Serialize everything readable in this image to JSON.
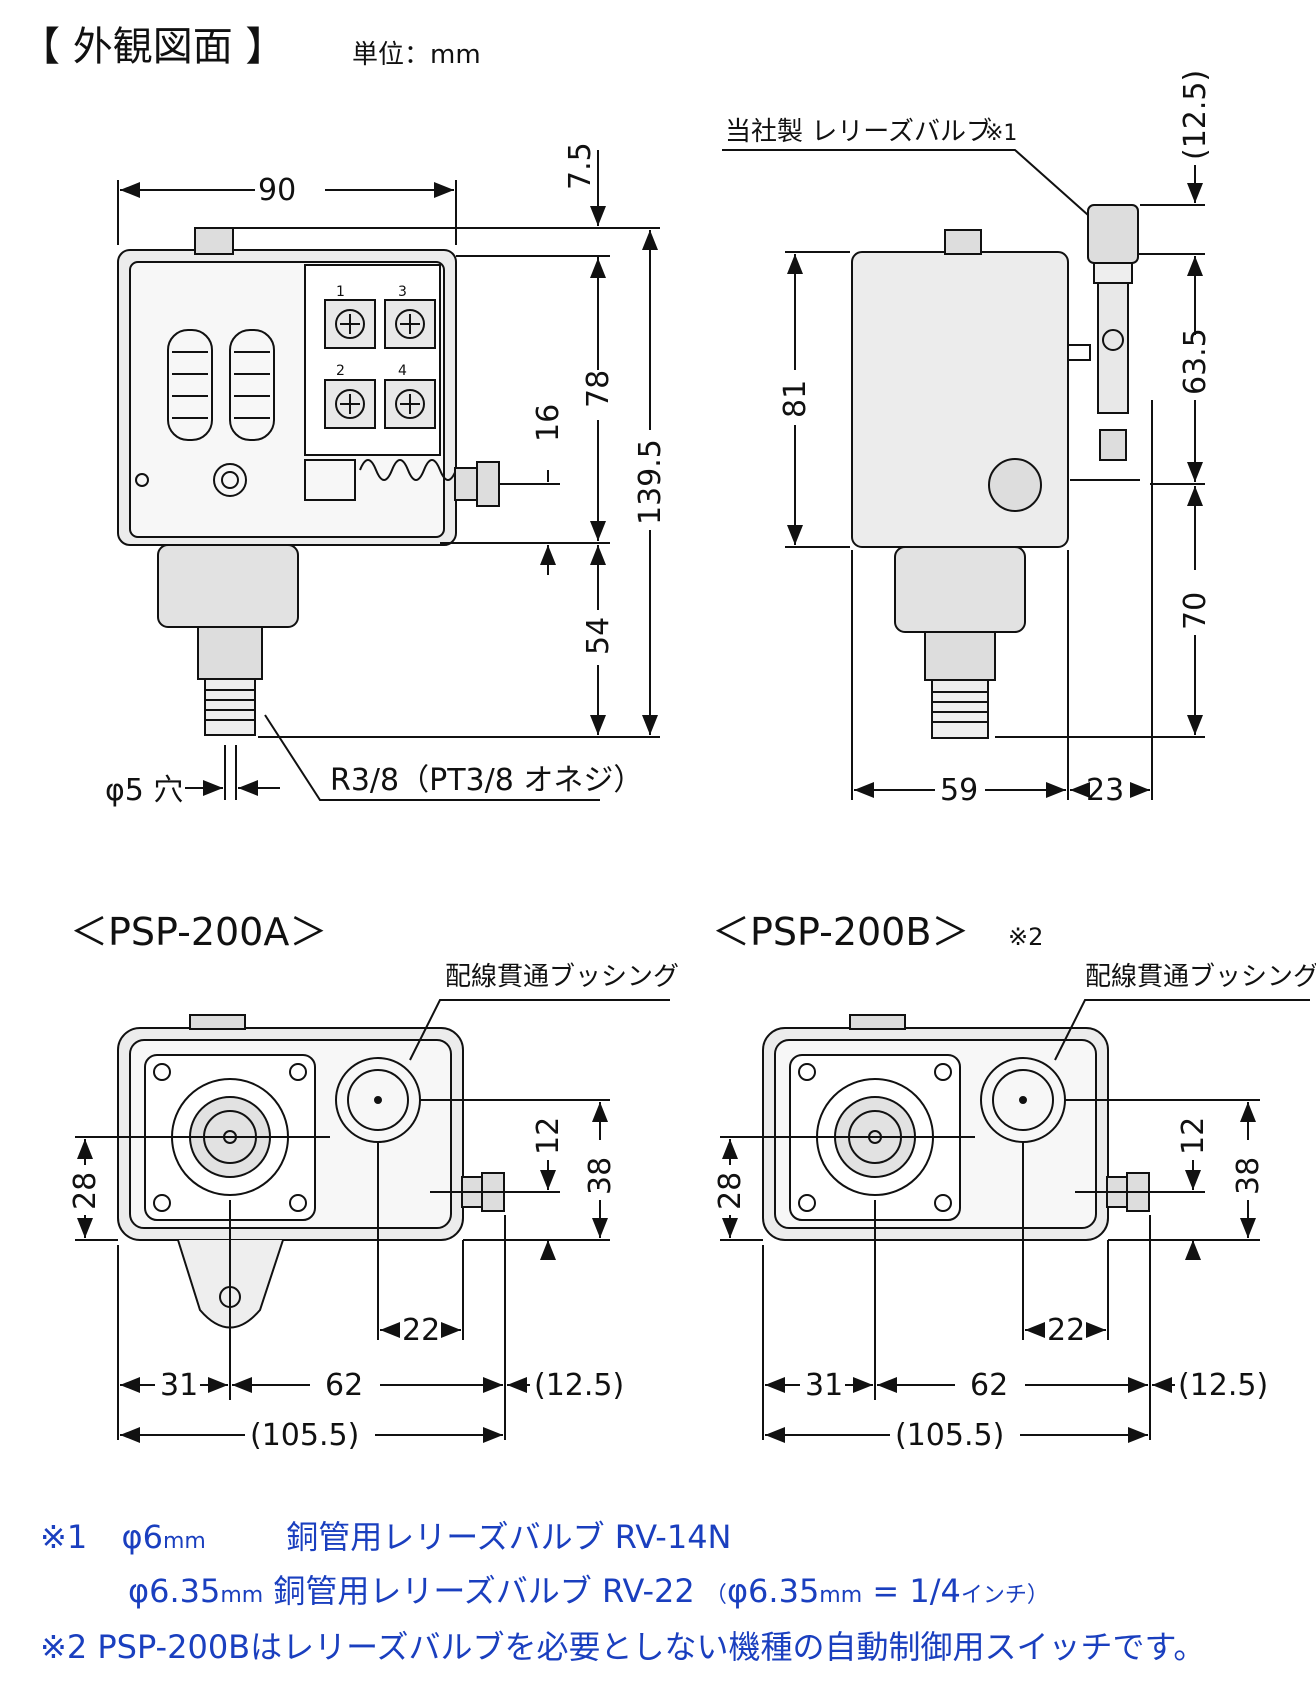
{
  "header": {
    "title": "【 外観図面 】",
    "unit": "単位：mm"
  },
  "top_view": {
    "dims": {
      "width": "90",
      "top_offset": "7.5",
      "body_h": "78",
      "bush_h": "16",
      "total_h": "139.5",
      "bottom_h": "54"
    },
    "hole_label": "φ5 穴",
    "thread_label": "R3/8（PT3/8 オネジ）",
    "terminals": [
      "1",
      "3",
      "2",
      "4"
    ]
  },
  "side_view": {
    "valve_label": "当社製 レリーズバルブ",
    "valve_mark": "※1",
    "dims": {
      "valve_top": "(12.5)",
      "h81": "81",
      "h63_5": "63.5",
      "h70": "70",
      "w59": "59",
      "w23": "23"
    }
  },
  "bottom_a": {
    "title": "＜PSP-200A＞",
    "bushing": "配線貫通ブッシング",
    "dims": {
      "h28": "28",
      "h12": "12",
      "h38": "38",
      "w22": "22",
      "w31": "31",
      "w62": "62",
      "w12_5": "(12.5)",
      "w105_5": "(105.5)"
    }
  },
  "bottom_b": {
    "title": "＜PSP-200B＞",
    "mark": "※2",
    "bushing": "配線貫通ブッシング",
    "dims": {
      "h28": "28",
      "h12": "12",
      "h38": "38",
      "w22": "22",
      "w31": "31",
      "w62": "62",
      "w12_5": "(12.5)",
      "w105_5": "(105.5)"
    }
  },
  "notes": {
    "n1_mark": "※1",
    "n1_a_size": "φ6",
    "n1_a_unit": "mm",
    "n1_a_text": "銅管用レリーズバルブ",
    "n1_a_model": "RV-14N",
    "n1_b_size": "φ6.35",
    "n1_b_unit": "mm",
    "n1_b_text": "銅管用レリーズバルブ",
    "n1_b_model": "RV-22",
    "n1_b_paren_open": "（",
    "n1_b_paren_size": "φ6.35",
    "n1_b_paren_unit": "mm",
    "n1_b_paren_eq": " = 1/4",
    "n1_b_paren_inch": "インチ",
    "n1_b_paren_close": "）",
    "n2_mark": "※2",
    "n2_text": "PSP-200Bはレリーズバルブを必要としない機種の自動制御用スイッチです。"
  },
  "colors": {
    "mark_blue": "#1a3fbf",
    "line": "#111111",
    "device_gray": "#e6e6e6"
  }
}
